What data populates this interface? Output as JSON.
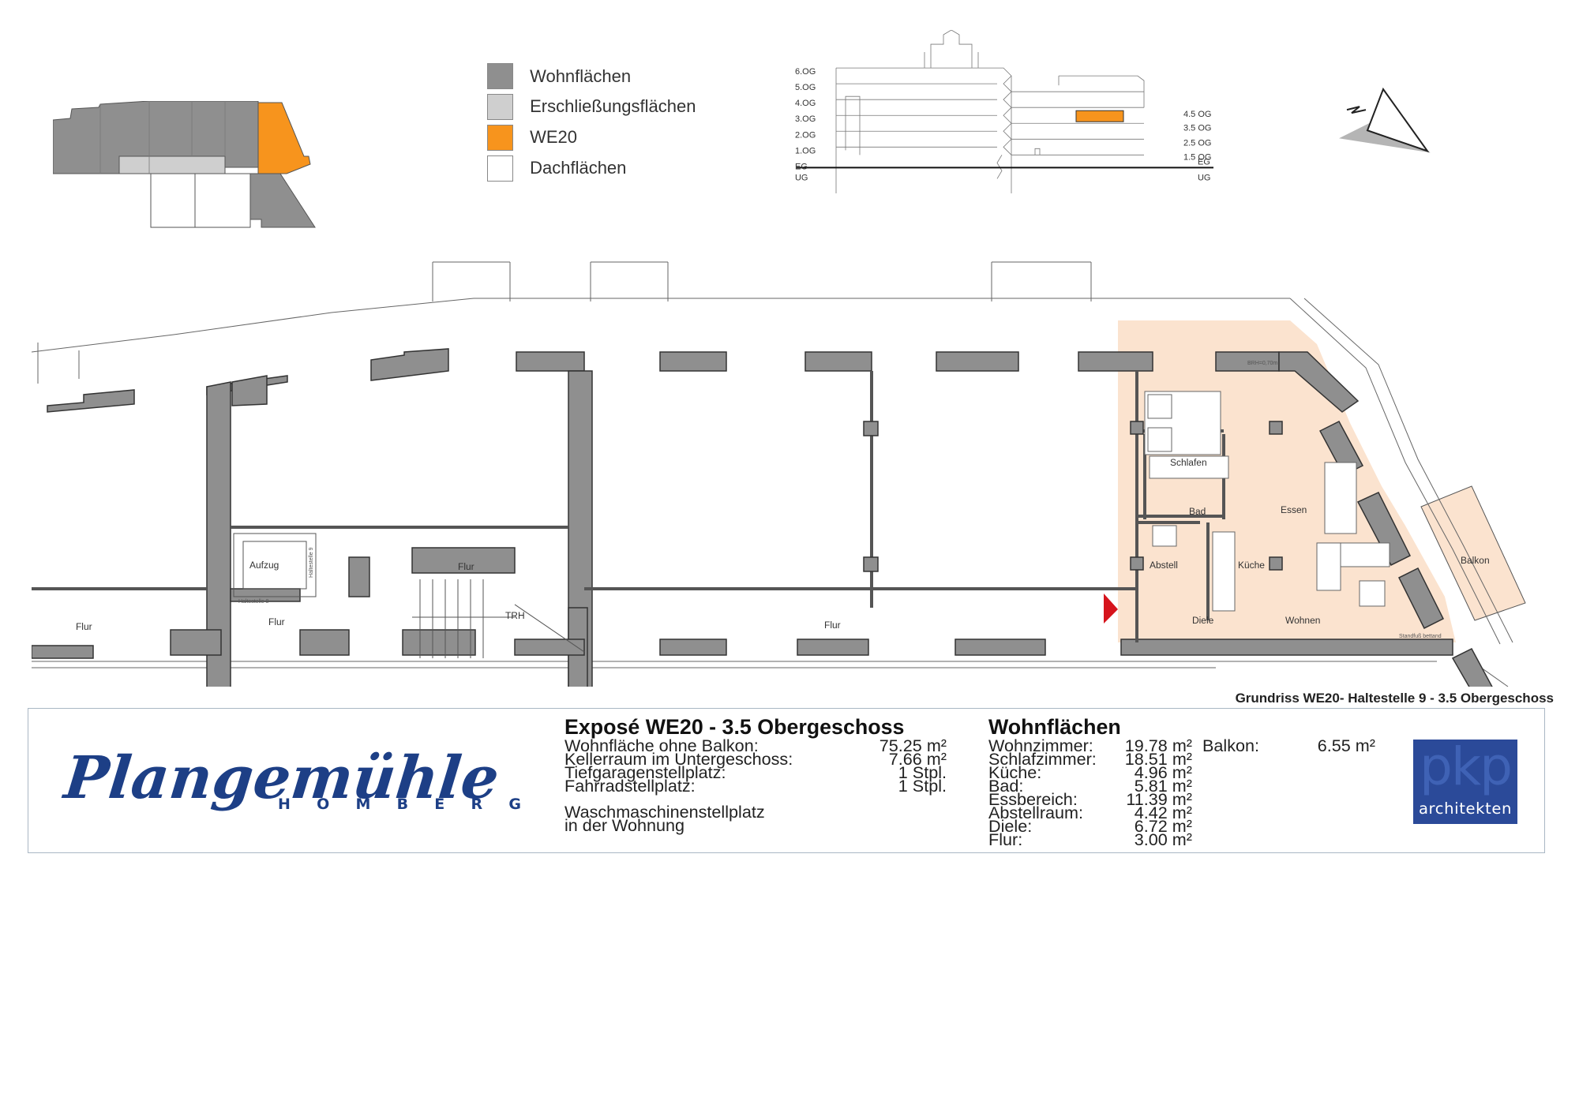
{
  "colors": {
    "wall": "#8f8f8f",
    "wall_stroke": "#333333",
    "living_area": "#8f8f8f",
    "access_area": "#cfcfcf",
    "unit_highlight": "#f7941d",
    "apartment_fill": "#fbe3cf",
    "entry_marker": "#d6141c",
    "brand_blue": "#1d3f86",
    "pkp_blue": "#2b4a99"
  },
  "legend": {
    "items": [
      {
        "label": "Wohnflächen",
        "color": "#8f8f8f"
      },
      {
        "label": "Erschließungsflächen",
        "color": "#cfcfcf"
      },
      {
        "label": "WE20",
        "color": "#f7941d"
      },
      {
        "label": "Dachflächen",
        "color": "#ffffff"
      }
    ]
  },
  "elevation": {
    "left_levels": [
      "6.OG",
      "5.OG",
      "4.OG",
      "3.OG",
      "2.OG",
      "1.OG",
      "EG",
      "UG"
    ],
    "right_levels": [
      "4.5 OG",
      "3.5 OG",
      "2.5 OG",
      "1.5 OG",
      "EG",
      "UG"
    ]
  },
  "icons": {
    "north": "north-arrow-icon",
    "entrance": "entrance-marker-icon"
  },
  "floor_plan": {
    "rooms": {
      "flur_left": "Flur",
      "aufzug": "Aufzug",
      "flur_upper": "Flur",
      "flur_lower": "Flur",
      "trh": "TRH",
      "flur_corridor": "Flur",
      "schlafen": "Schlafen",
      "bad": "Bad",
      "essen": "Essen",
      "abstell": "Abstell",
      "kueche": "Küche",
      "balkon": "Balkon",
      "diele": "Diele",
      "wohnen": "Wohnen"
    },
    "small_notes": {
      "haltestelle_upper": "Haltestelle 9",
      "haltestelle_lower": "Haltestelle 8",
      "brh": "BRH=0,70m",
      "standfuss": "Standfuß bettand"
    }
  },
  "caption": "Grundriss WE20- Haltestelle 9 - 3.5 Obergeschoss",
  "logo": {
    "name": "Plangemühle",
    "sub_letters": [
      "H",
      "O",
      "M",
      "B",
      "E",
      "R",
      "G"
    ]
  },
  "expose": {
    "title": "Exposé WE20 - 3.5 Obergeschoss",
    "rows": [
      {
        "label": "Wohnfläche ohne Balkon:",
        "value": "75.25 m²"
      },
      {
        "label": "Kellerraum im Untergeschoss:",
        "value": "7.66 m²"
      },
      {
        "label": "Tiefgaragenstellplatz:",
        "value": "1 Stpl."
      },
      {
        "label": "Fahrradstellplatz:",
        "value": "1 Stpl."
      }
    ],
    "note_line1": "Waschmaschinenstellplatz",
    "note_line2": "in der Wohnung"
  },
  "wohnflaechen": {
    "title": "Wohnflächen",
    "rows": [
      {
        "label": "Wohnzimmer:",
        "value": "19.78 m²"
      },
      {
        "label": "Schlafzimmer:",
        "value": "18.51 m²"
      },
      {
        "label": "Küche:",
        "value": "4.96 m²"
      },
      {
        "label": "Bad:",
        "value": "5.81 m²"
      },
      {
        "label": "Essbereich:",
        "value": "11.39 m²"
      },
      {
        "label": "Abstellraum:",
        "value": "4.42 m²"
      },
      {
        "label": "Diele:",
        "value": "6.72 m²"
      },
      {
        "label": "Flur:",
        "value": "3.00 m²"
      }
    ],
    "balkon_label": "Balkon:",
    "balkon_value": "6.55 m²"
  },
  "pkp": {
    "mark": "pkp",
    "word": "architekten"
  }
}
